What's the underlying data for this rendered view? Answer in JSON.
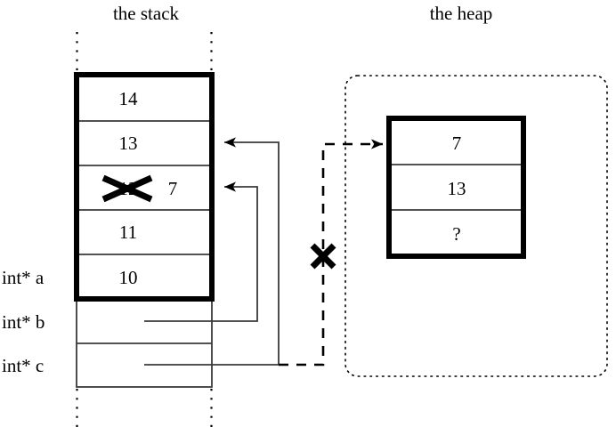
{
  "figure": {
    "background": "#ffffff",
    "ink": "#000000",
    "rule_color": "#3a3a3a"
  },
  "headings": {
    "stack_title": "the stack",
    "heap_title": "the heap"
  },
  "stack": {
    "region_label": "the stack",
    "boxed_cells": [
      {
        "value": "14",
        "state": "normal"
      },
      {
        "value": "13",
        "state": "normal"
      },
      {
        "value": "12",
        "state": "struck-out",
        "replacement": "7"
      },
      {
        "value": "11",
        "state": "normal"
      },
      {
        "value": "10",
        "state": "normal"
      }
    ],
    "pointer_cells": [
      {
        "label": "int* a",
        "value": ""
      },
      {
        "label": "int* b",
        "value": ""
      },
      {
        "label": "int* c",
        "value": ""
      }
    ],
    "truncation": "dotted-vertical-guides"
  },
  "heap": {
    "region_label": "the heap",
    "region_border": "dotted-rounded-rect",
    "block_cells": [
      {
        "value": "7"
      },
      {
        "value": "13"
      },
      {
        "value": "?"
      }
    ]
  },
  "annotations": {
    "struck_value_marker": "x-strikethrough-mark",
    "broken_pointer_marker": "x-cross-mark",
    "pointer_arrow_style": "solid-filled-arrowhead",
    "heap_arrow_style": "dashed-filled-arrowhead"
  },
  "edges": [
    {
      "name": "c-to-stack-13",
      "from": "int* c",
      "to": "stack cell 13",
      "style": "solid"
    },
    {
      "name": "b-to-stack-7",
      "from": "int* b",
      "to": "stack cell 7",
      "style": "solid"
    },
    {
      "name": "c-to-heap-7",
      "from": "int* c",
      "to": "heap cell 7",
      "style": "dashed",
      "marked": "x-cross-mark"
    }
  ]
}
